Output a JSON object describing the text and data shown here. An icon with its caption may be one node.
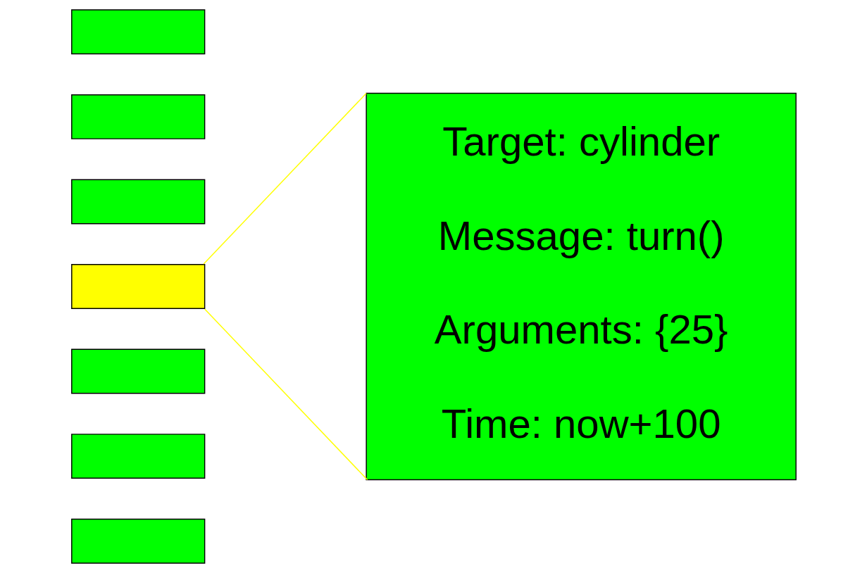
{
  "diagram": {
    "nodes": [
      {
        "text": [],
        "shape": "box"
      },
      {
        "text": [],
        "shape": "box"
      },
      {
        "text": [],
        "shape": "box"
      },
      {
        "text": [],
        "shape": "box"
      },
      {
        "text": [],
        "shape": "box"
      },
      {
        "text": [],
        "shape": "box"
      },
      {
        "text": [],
        "shape": "box"
      },
      {
        "text": [
          "Target: cylinder",
          "Message: turn()",
          "Arguments: {25}",
          "Time: now+100"
        ]
      }
    ],
    "edges": [
      {
        "from": 3,
        "to": 7,
        "arrow": "none",
        "color": "#ffff00"
      },
      {
        "from": 3,
        "to": 7,
        "arrow": "none",
        "color": "#ffff00"
      }
    ]
  }
}
